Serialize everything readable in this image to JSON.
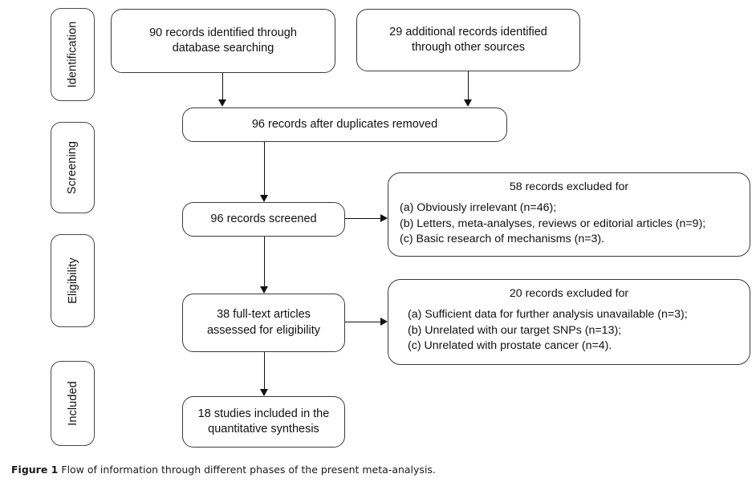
{
  "figure": {
    "caption_lead": "Figure 1",
    "caption_text": "Flow of information through different phases of the present meta-analysis."
  },
  "phases": [
    {
      "label": "Identification"
    },
    {
      "label": "Screening"
    },
    {
      "label": "Eligibility"
    },
    {
      "label": "Included"
    }
  ],
  "flow": {
    "identified_database": {
      "line1": "90 records identified through",
      "line2": "database searching"
    },
    "identified_other": {
      "line1": "29 additional records identified",
      "line2": "through other sources"
    },
    "duplicates_removed": {
      "line1": "96 records after duplicates removed"
    },
    "screened": {
      "line1": "96 records screened"
    },
    "fulltext": {
      "line1": "38 full-text articles",
      "line2": "assessed for eligibility"
    },
    "included": {
      "line1": "18 studies included in the",
      "line2": "quantitative synthesis"
    }
  },
  "exclusions": {
    "screening_stage": {
      "title": "58 records excluded for",
      "reasons": [
        "(a) Obviously irrelevant (n=46);",
        "(b) Letters, meta-analyses, reviews or editorial articles (n=9);",
        "(c) Basic research of mechanisms (n=3)."
      ]
    },
    "eligibility_stage": {
      "title": "20 records excluded for",
      "reasons": [
        "(a) Sufficient data for further analysis unavailable (n=3);",
        "(b) Unrelated with our target SNPs (n=13);",
        "(c) Unrelated with prostate cancer (n=4)."
      ]
    }
  },
  "chart_data": {
    "type": "diagram",
    "title": "PRISMA flow of information through different phases of the present meta-analysis",
    "nodes": [
      {
        "id": "identified_database",
        "phase": "Identification",
        "label": "90 records identified through database searching",
        "value": 90
      },
      {
        "id": "identified_other",
        "phase": "Identification",
        "label": "29 additional records identified through other sources",
        "value": 29
      },
      {
        "id": "duplicates_removed",
        "phase": "Screening",
        "label": "96 records after duplicates removed",
        "value": 96
      },
      {
        "id": "screened",
        "phase": "Screening",
        "label": "96 records screened",
        "value": 96
      },
      {
        "id": "excluded_screening",
        "phase": "Screening",
        "label": "58 records excluded for",
        "value": 58
      },
      {
        "id": "fulltext",
        "phase": "Eligibility",
        "label": "38 full-text articles assessed for eligibility",
        "value": 38
      },
      {
        "id": "excluded_eligibility",
        "phase": "Eligibility",
        "label": "20 records excluded for",
        "value": 20
      },
      {
        "id": "included",
        "phase": "Included",
        "label": "18 studies included in the quantitative synthesis",
        "value": 18
      }
    ],
    "edges": [
      {
        "from": "identified_database",
        "to": "duplicates_removed"
      },
      {
        "from": "identified_other",
        "to": "duplicates_removed"
      },
      {
        "from": "duplicates_removed",
        "to": "screened"
      },
      {
        "from": "screened",
        "to": "excluded_screening"
      },
      {
        "from": "screened",
        "to": "fulltext"
      },
      {
        "from": "fulltext",
        "to": "excluded_eligibility"
      },
      {
        "from": "fulltext",
        "to": "included"
      }
    ]
  }
}
